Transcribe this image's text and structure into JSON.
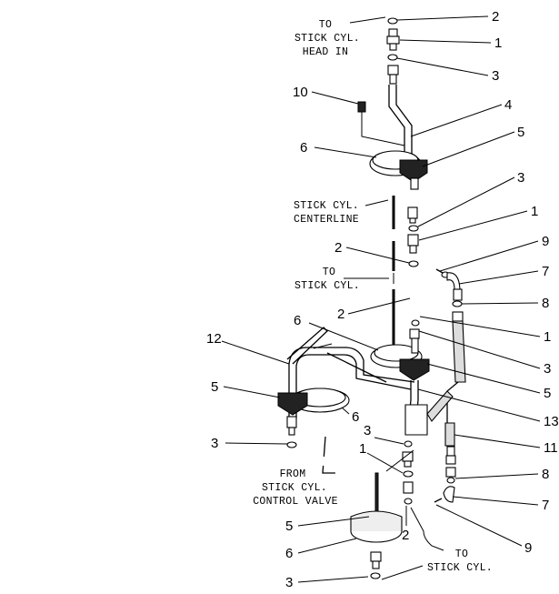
{
  "diagram": {
    "labels": {
      "to_head_in": [
        "TO",
        "STICK CYL.",
        "HEAD IN"
      ],
      "centerline": [
        "STICK CYL.",
        "CENTERLINE"
      ],
      "to_stick_mid": [
        "TO",
        "STICK CYL."
      ],
      "from_valve": [
        "FROM",
        "STICK CYL.",
        "CONTROL VALVE"
      ],
      "to_stick_bottom": [
        "TO",
        "STICK CYL."
      ]
    },
    "callouts": {
      "c_top_2": "2",
      "c_top_1": "1",
      "c_top_3": "3",
      "c_10": "10",
      "c_4": "4",
      "c_6a": "6",
      "c_5a": "5",
      "c_3b": "3",
      "c_1b": "1",
      "c_2b": "2",
      "c_9a": "9",
      "c_7a": "7",
      "c_2c": "2",
      "c_8a": "8",
      "c_6b": "6",
      "c_1c": "1",
      "c_12": "12",
      "c_3c": "3",
      "c_5b": "5",
      "c_5c": "5",
      "c_13": "13",
      "c_6c": "6",
      "c_3d": "3",
      "c_3e": "3",
      "c_1d": "1",
      "c_11": "11",
      "c_8b": "8",
      "c_7b": "7",
      "c_5d": "5",
      "c_2d": "2",
      "c_9b": "9",
      "c_6d": "6",
      "c_3f": "3"
    }
  }
}
